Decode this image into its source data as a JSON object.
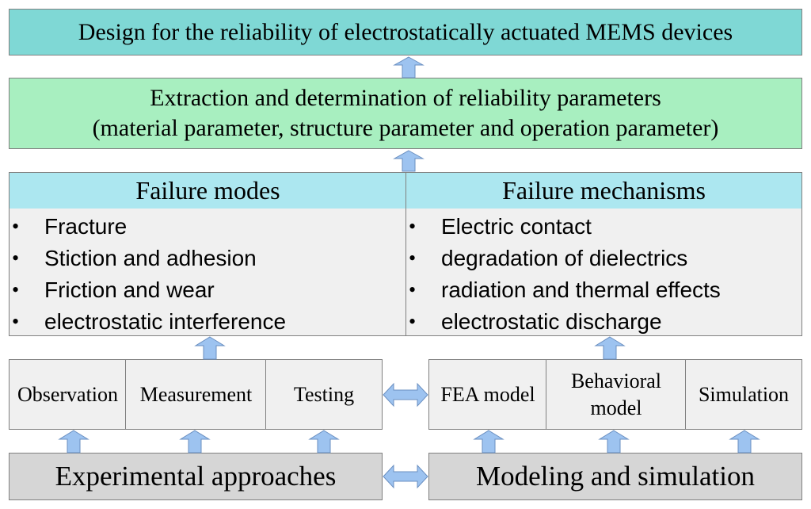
{
  "top_title": "Design for the reliability of electrostatically actuated MEMS devices",
  "extraction": {
    "line1": "Extraction and determination of reliability parameters",
    "line2": "(material parameter, structure parameter and operation parameter)"
  },
  "failure_modes": {
    "header": "Failure modes",
    "items": [
      "Fracture",
      "Stiction and adhesion",
      "Friction and wear",
      "electrostatic interference"
    ]
  },
  "failure_mechanisms": {
    "header": "Failure mechanisms",
    "items": [
      "Electric contact",
      "degradation of dielectrics",
      "radiation and thermal effects",
      "electrostatic discharge"
    ]
  },
  "bullet_glyph": "•",
  "experimental_methods": [
    "Observation",
    "Measurement",
    "Testing"
  ],
  "modeling_methods": {
    "fea": "FEA model",
    "behavioral_line1": "Behavioral",
    "behavioral_line2": "model",
    "simulation": "Simulation"
  },
  "bottom_left": "Experimental approaches",
  "bottom_right": "Modeling and simulation",
  "colors": {
    "title_fill": "#7fd8d5",
    "extraction_fill": "#a8efc0",
    "failure_header_fill": "#ace7f0",
    "list_fill": "#f0f0f0",
    "approach_fill": "#d6d6d6",
    "arrow_fill": "#9dc3f0",
    "arrow_stroke": "#6a8fc0"
  }
}
